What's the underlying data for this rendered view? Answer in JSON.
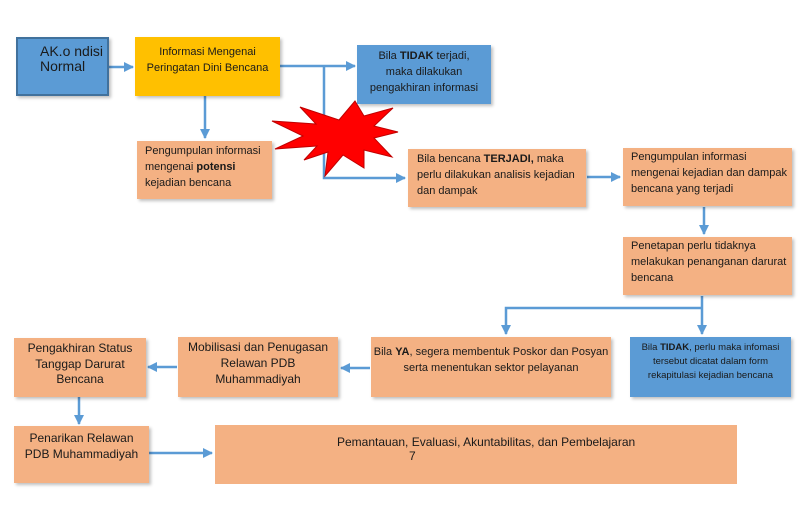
{
  "colors": {
    "arrow": "#5b9bd5",
    "orange": "#f4b183",
    "blue": "#5b9bd5",
    "yellow": "#ffc000",
    "burst": "#ff0000"
  },
  "boxes": {
    "normal": {
      "line1": "AK.o ndisi",
      "line2": "Normal"
    },
    "early_warning": {
      "line1": "Informasi Mengenai",
      "line2": "Peringatan Dini Bencana"
    },
    "not_happen": {
      "pre": "Bila ",
      "bold": "TIDAK",
      "post": " terjadi,",
      "line2": "maka dilakukan",
      "line3": "pengakhiran informasi"
    },
    "collect_potential": {
      "line1": "Pengumpulan informasi",
      "pre": "mengenai ",
      "bold": "potensi",
      "line3": "kejadian bencana"
    },
    "happened": {
      "pre": "Bila bencana ",
      "bold": "TERJADI,",
      "post": " maka",
      "line2": "perlu dilakukan analisis kejadian",
      "line3": "dan dampak"
    },
    "collect_impact": {
      "line1": "Pengumpulan informasi",
      "line2": "mengenai kejadian dan dampak",
      "line3": "bencana yang terjadi"
    },
    "decide": {
      "line1": "Penetapan perlu tidaknya",
      "line2": "melakukan penanganan darurat",
      "line3": "bencana"
    },
    "no_need": {
      "pre": "Bila ",
      "bold": "TIDAK",
      "post": ", perlu maka infomasi",
      "line2": "tersebut dicatat dalam form",
      "line3": "rekapitulasi kejadian bencana"
    },
    "yes_need": {
      "pre": "Bila ",
      "bold": "YA",
      "post": ", segera membentuk Poskor dan Posyan",
      "line2": "serta menentukan sektor pelayanan"
    },
    "mobilize": {
      "line1": "Mobilisasi dan Penugasan",
      "line2": "Relawan PDB",
      "line3": "Muhammadiyah"
    },
    "end_status": {
      "line1": "Pengakhiran Status",
      "line2": "Tanggap Darurat",
      "line3": "Bencana"
    },
    "withdraw": {
      "line1": "Penarikan Relawan",
      "line2": "PDB Muhammadiyah"
    },
    "monitor": {
      "line1": "Pemantauan, Evaluasi, Akuntabilitas, dan Pembelajaran",
      "line2": "7"
    }
  }
}
